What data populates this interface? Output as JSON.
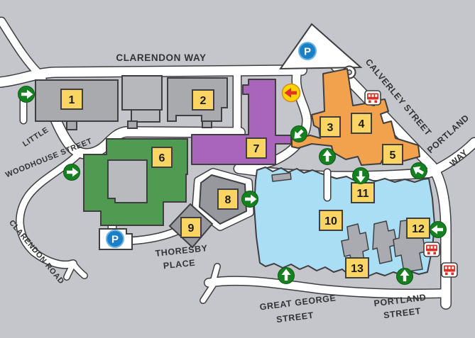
{
  "map": {
    "name": "hospital-campus-map"
  },
  "colors": {
    "bg": "#c5c6cb",
    "road": "#ffffff",
    "outline": "#3f3f42",
    "gray": "#a9aaae",
    "gray_light": "#b7b8bb",
    "gray_dark": "#97989d",
    "courtyard": "#b9babd",
    "inner_gray": "#a9abb0",
    "green": "#4f9b51",
    "purple": "#a865ba",
    "orange": "#f2a14d",
    "blue": "#aadef5",
    "label_bg": "#fbd564",
    "label_text": "#1b1b1b",
    "street_text": "#333336",
    "arrow_green": "#15801f",
    "parking_blue": "#1a7fc6",
    "no_entry_yellow": "#ffd400",
    "no_entry_red": "#e03127",
    "bus_red": "#d93025"
  },
  "streets": {
    "clarendon_way": "CLARENDON WAY",
    "little": "LITTLE",
    "woodhouse_street": "WOODHOUSE STREET",
    "clarendon_road": "CLARENDON ROAD",
    "calverley_street": "CALVERLEY STREET",
    "portland_way_word1": "PORTLAND",
    "portland_way_word2": "WAY",
    "thoresby_line1": "THORESBY",
    "thoresby_line2": "PLACE",
    "great_george_line1": "GREAT GEORGE",
    "great_george_line2": "STREET",
    "portland_street_line1": "PORTLAND",
    "portland_street_line2": "STREET"
  },
  "buildings": [
    {
      "number": "1",
      "zone_color": "gray"
    },
    {
      "number": "2",
      "zone_color": "gray"
    },
    {
      "number": "3",
      "zone_color": "orange"
    },
    {
      "number": "4",
      "zone_color": "orange"
    },
    {
      "number": "5",
      "zone_color": "orange"
    },
    {
      "number": "6",
      "zone_color": "green"
    },
    {
      "number": "7",
      "zone_color": "purple"
    },
    {
      "number": "8",
      "zone_color": "dark-gray"
    },
    {
      "number": "9",
      "zone_color": "dark-gray"
    },
    {
      "number": "10",
      "zone_color": "light-blue"
    },
    {
      "number": "11",
      "zone_color": "light-blue"
    },
    {
      "number": "12",
      "zone_color": "light-blue"
    },
    {
      "number": "13",
      "zone_color": "light-blue"
    }
  ],
  "icons": {
    "parking_glyph": "P",
    "parking_name": "parking-icon",
    "bus_name": "bus-stop-icon",
    "no_entry_name": "no-entry-icon",
    "entrance_arrow_name": "entrance-arrow-icon"
  }
}
